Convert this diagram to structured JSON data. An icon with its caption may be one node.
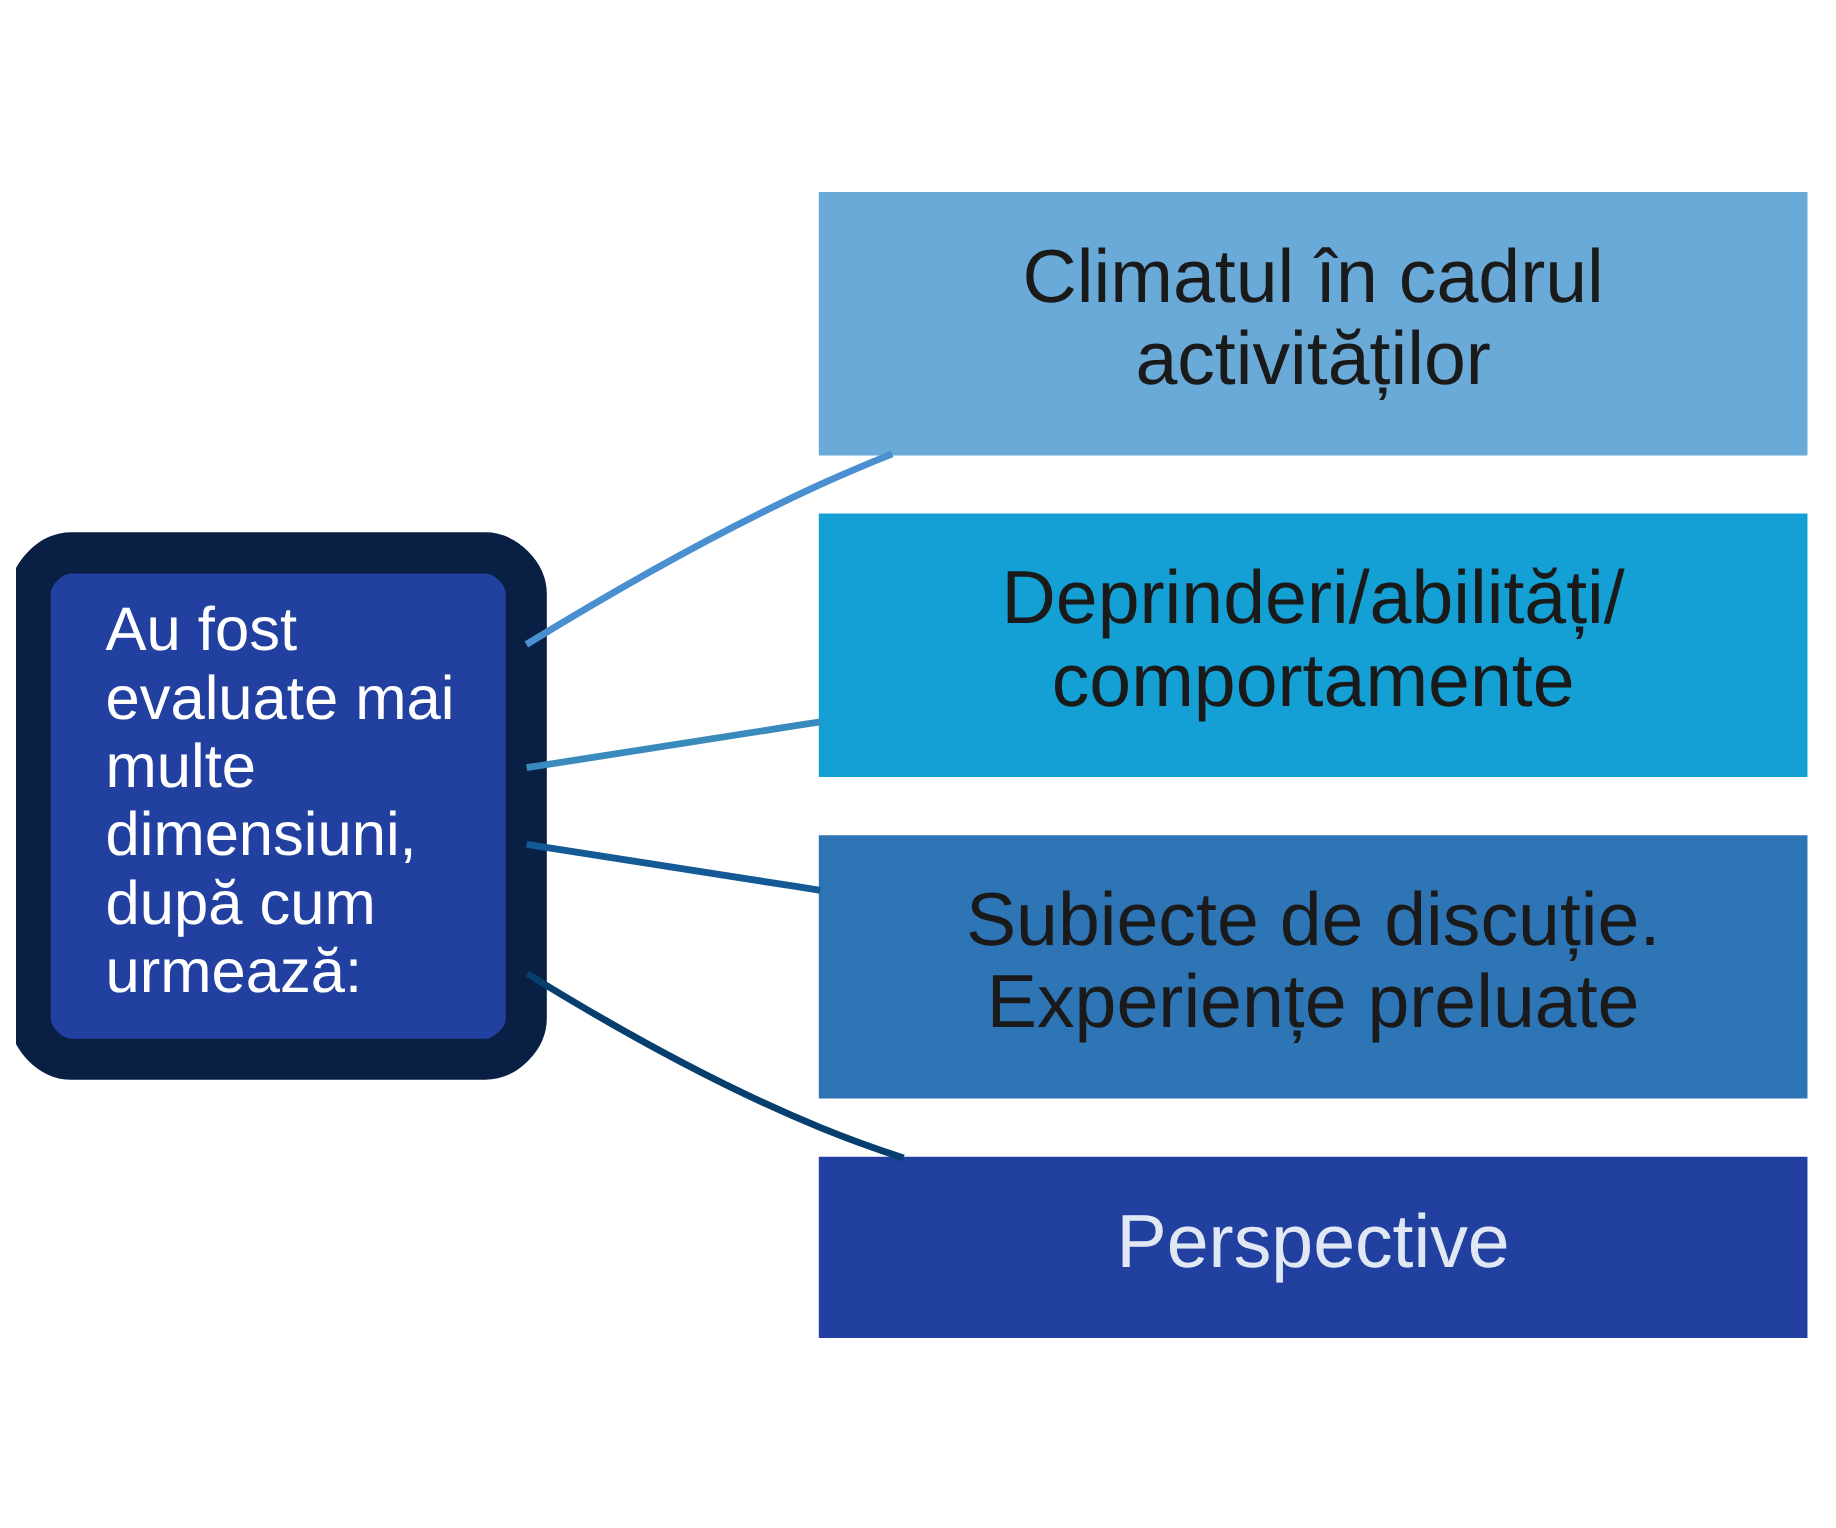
{
  "diagram": {
    "nodes": [
      {
        "text": [
          "Au fost evaluate mai multe dimensiuni, după cum urmează:"
        ]
      },
      {
        "text": [
          "Climatul în cadrul activităților"
        ]
      },
      {
        "text": [
          "Deprinderi/abilități/ comportamente"
        ]
      },
      {
        "text": [
          "Subiecte de discuție. Experiențe preluate"
        ]
      },
      {
        "text": [
          "Perspective"
        ]
      }
    ],
    "edges": [
      {
        "from": 0,
        "to": 1,
        "arrow": "none",
        "color": "#4a8fcf"
      },
      {
        "from": 0,
        "to": 2,
        "arrow": "none",
        "color": "#3a8bbd"
      },
      {
        "from": 0,
        "to": 3,
        "arrow": "none",
        "color": "#135a96"
      },
      {
        "from": 0,
        "to": 4,
        "arrow": "none",
        "color": "#063e6e"
      }
    ]
  }
}
